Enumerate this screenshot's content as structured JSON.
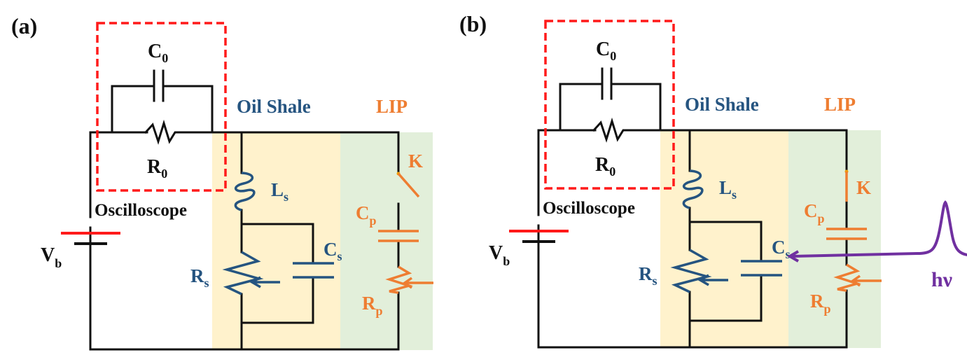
{
  "colors": {
    "dashed_box": "#ff1a1a",
    "oil_shale": "#255480",
    "lip": "#ee7d31",
    "photon": "#7030a0",
    "oil_shale_bg": "#fff2cc",
    "lip_bg": "#e2efda",
    "wire": "#111111"
  },
  "panels": [
    {
      "id": "a",
      "label": "(a)",
      "switch_state": "open",
      "components": {
        "C0": {
          "main": "C",
          "sub": "0"
        },
        "R0": {
          "main": "R",
          "sub": "0"
        },
        "Vb": {
          "main": "V",
          "sub": "b"
        },
        "Ls": {
          "main": "L",
          "sub": "s"
        },
        "Rs": {
          "main": "R",
          "sub": "s"
        },
        "Cs": {
          "main": "C",
          "sub": "s"
        },
        "K": {
          "main": "K"
        },
        "Cp": {
          "main": "C",
          "sub": "p"
        },
        "Rp": {
          "main": "R",
          "sub": "p"
        }
      },
      "oscilloscope_label": "Oscilloscope",
      "oil_shale_label": "Oil Shale",
      "lip_label": "LIP"
    },
    {
      "id": "b",
      "label": "(b)",
      "switch_state": "closed",
      "components": {
        "C0": {
          "main": "C",
          "sub": "0"
        },
        "R0": {
          "main": "R",
          "sub": "0"
        },
        "Vb": {
          "main": "V",
          "sub": "b"
        },
        "Ls": {
          "main": "L",
          "sub": "s"
        },
        "Rs": {
          "main": "R",
          "sub": "s"
        },
        "Cs": {
          "main": "C",
          "sub": "s"
        },
        "K": {
          "main": "K"
        },
        "Cp": {
          "main": "C",
          "sub": "p"
        },
        "Rp": {
          "main": "R",
          "sub": "p"
        }
      },
      "oscilloscope_label": "Oscilloscope",
      "oil_shale_label": "Oil Shale",
      "lip_label": "LIP",
      "photon_label": "hν"
    }
  ]
}
